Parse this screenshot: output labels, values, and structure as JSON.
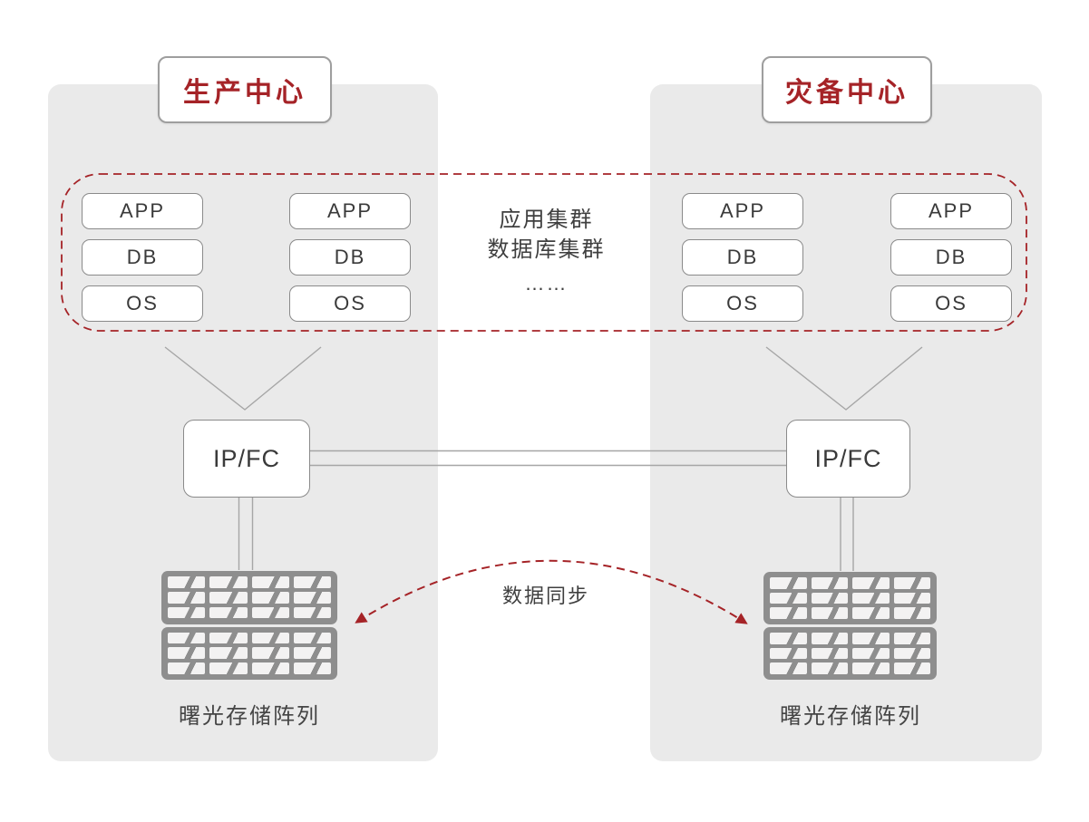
{
  "centers": [
    {
      "title": "生产中心",
      "switch_label": "IP/FC",
      "storage_label": "曙光存储阵列",
      "stacks": [
        {
          "layers": [
            "APP",
            "DB",
            "OS"
          ]
        },
        {
          "layers": [
            "APP",
            "DB",
            "OS"
          ]
        }
      ]
    },
    {
      "title": "灾备中心",
      "switch_label": "IP/FC",
      "storage_label": "曙光存储阵列",
      "stacks": [
        {
          "layers": [
            "APP",
            "DB",
            "OS"
          ]
        },
        {
          "layers": [
            "APP",
            "DB",
            "OS"
          ]
        }
      ]
    }
  ],
  "cluster_note": {
    "lines": [
      "应用集群",
      "数据库集群",
      "……"
    ]
  },
  "sync_arrow_label": "数据同步",
  "colors": {
    "accent_red": "#a52327",
    "panel_gray": "#eaeaea",
    "line_gray": "#a6a6a6",
    "box_border_gray": "#8a8a8a",
    "storage_frame_gray": "#8e8e8e",
    "text_dark": "#3a3a3a"
  }
}
